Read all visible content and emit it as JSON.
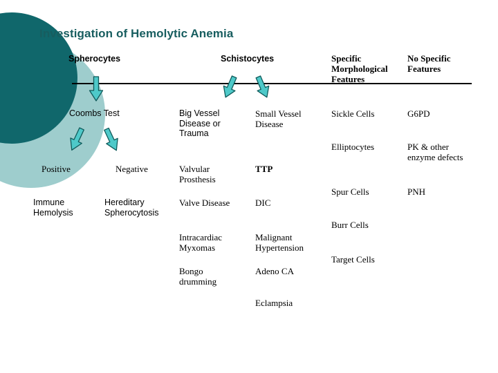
{
  "slide": {
    "title": "Investigation of Hemolytic Anemia",
    "title_color": "#175d5f",
    "background": "#ffffff",
    "decor": {
      "dark_circle_color": "#10676b",
      "light_circle_color": "#9ecdcd"
    },
    "arrow_fill": "#4ec9c9",
    "arrow_stroke": "#1a6b6b",
    "divider_color": "#000000"
  },
  "headers": {
    "spherocytes": "Spherocytes",
    "schistocytes": "Schistocytes",
    "specific_morphological_features": "Specific\nMorphological\nFeatures",
    "no_specific_features": "No Specific\nFeatures"
  },
  "columns": {
    "spherocytes_branch": {
      "root": "Coombs Test",
      "positive_label": "Positive",
      "negative_label": "Negative",
      "positive_result": "Immune\nHemolysis",
      "negative_result": "Hereditary\nSpherocytosis"
    },
    "big_vessel": {
      "heading": "Big Vessel\nDisease or\nTrauma",
      "items": [
        "Valvular\nProsthesis",
        "Valve Disease",
        "Intracardiac\nMyxomas",
        "Bongo\ndrumming"
      ]
    },
    "small_vessel": {
      "heading": "Small Vessel\nDisease",
      "items": [
        "TTP",
        "DIC",
        "Malignant\nHypertension",
        "Adeno CA",
        "Eclampsia"
      ]
    },
    "specific_morphological": {
      "items": [
        "Sickle Cells",
        "Elliptocytes",
        "Spur Cells",
        "Burr Cells",
        "Target Cells"
      ]
    },
    "no_specific": {
      "items": [
        "G6PD",
        "PK & other\nenzyme defects",
        "PNH"
      ]
    }
  },
  "arrows": {
    "spherocytes_down": "arrow-down",
    "schistocytes_left": "arrow-down-left",
    "schistocytes_right": "arrow-down-right",
    "coombs_left": "arrow-down-left",
    "coombs_right": "arrow-down-right"
  }
}
